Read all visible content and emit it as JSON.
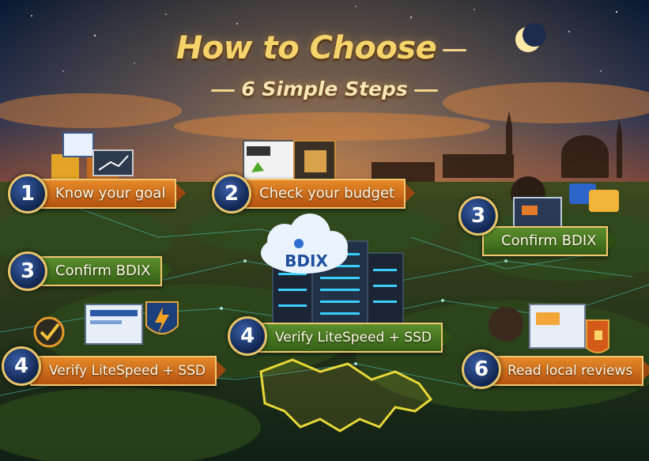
{
  "title": {
    "line1": "How to Choose",
    "line2": "6 Simple Steps"
  },
  "center_server": {
    "cloud_label": "BDIX"
  },
  "steps": [
    {
      "number": "1",
      "label": "Know your goal",
      "color": "#d9751f"
    },
    {
      "number": "2",
      "label": "Check your budget",
      "color": "#d9751f"
    },
    {
      "number": "3",
      "label": "Confirm BDIX",
      "color": "#4f8a2a"
    },
    {
      "number": "3",
      "label": "Confirm BDIX",
      "color": "#4f8a2a"
    },
    {
      "number": "4",
      "label": "Verify LiteSpeed + SSD",
      "color": "#4f8a2a"
    },
    {
      "number": "4",
      "label": "Verify LiteSpeed + SSD",
      "color": "#d9751f"
    },
    {
      "number": "6",
      "label": "Read local reviews",
      "color": "#d9751f"
    }
  ],
  "palette": {
    "sky_top": "#0d1b2e",
    "sky_glow": "#e0782a",
    "forest": "#1f3a1c",
    "map_glow": "#f2e23a",
    "network": "#4fd6d2"
  },
  "icons": [
    "crescent-moon-icon",
    "mosque-skyline-icon",
    "shopping-bags-icon",
    "laptop-chart-icon",
    "browser-window-icon",
    "wallet-icon",
    "support-agent-icon",
    "chat-bubble-icon",
    "cloud-icon",
    "server-rack-icon",
    "checkmark-icon",
    "monitor-icon",
    "lightning-shield-icon",
    "thumbs-up-icon",
    "bangladesh-map-icon"
  ]
}
